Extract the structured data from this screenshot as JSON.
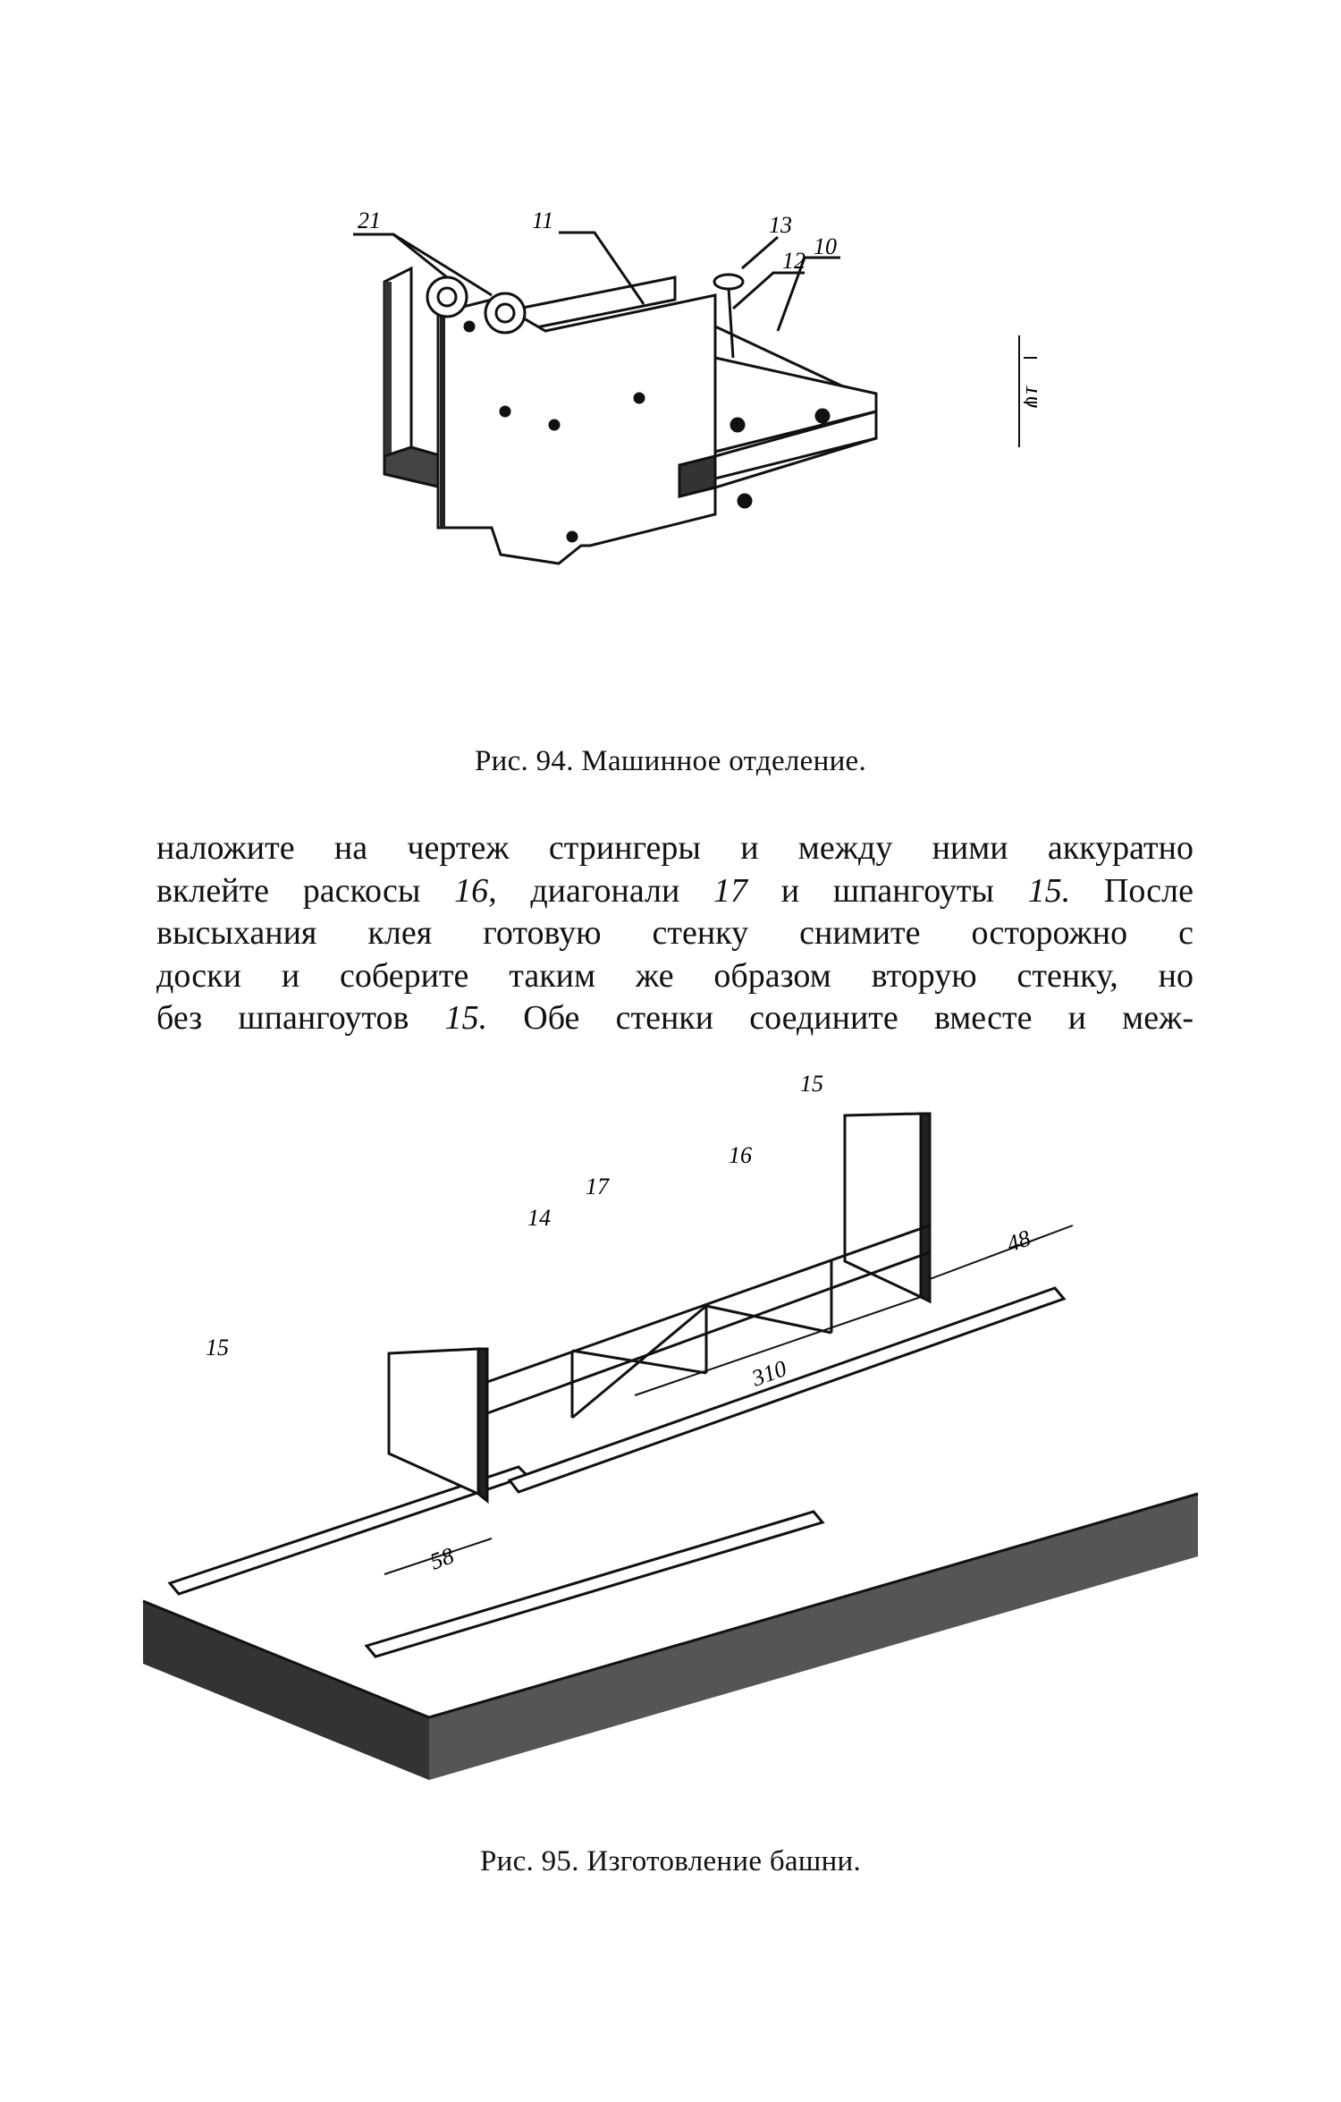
{
  "figure94": {
    "caption": "Рис. 94. Машинное отделение.",
    "labels": {
      "l21": "21",
      "l11": "11",
      "l13": "13",
      "l12": "12",
      "l10": "10",
      "dim10": "10"
    }
  },
  "paragraph": {
    "lines": [
      [
        "наложите на чертеж стрингеры и между ними аккуратно"
      ],
      [
        "вклейте раскосы ",
        "16,",
        " диагонали ",
        "17",
        " и шпангоуты ",
        "15.",
        " После"
      ],
      [
        "высыхания клея готовую стенку снимите осторожно с"
      ],
      [
        "доски и соберите таким же образом вторую стенку, но"
      ],
      [
        "без шпангоутов ",
        "15.",
        " Обе стенки соедините вместе и меж-"
      ]
    ]
  },
  "figure95": {
    "caption": "Рис. 95. Изготовление башни.",
    "labels": {
      "l15a": "15",
      "l15b": "15",
      "l16": "16",
      "l17": "17",
      "l14": "14",
      "dim310": "310",
      "dim48": "48",
      "dim58": "58"
    }
  }
}
